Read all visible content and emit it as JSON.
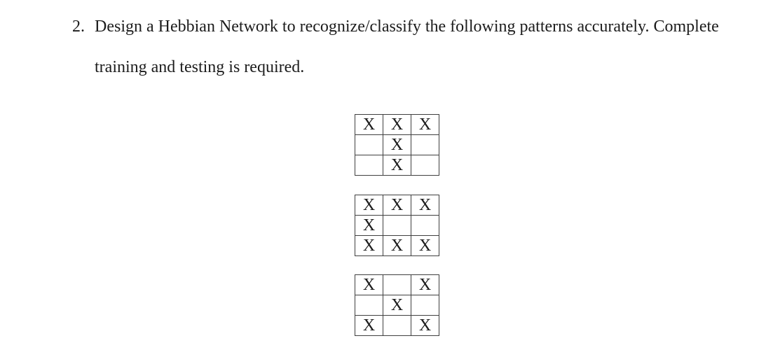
{
  "document": {
    "question_number": "2.",
    "question_line1": "Design a Hebbian Network to recognize/classify the following patterns accurately. Complete",
    "question_line2": "training and testing is required."
  },
  "patterns": [
    {
      "label": "pattern-grid-1",
      "grid": [
        [
          "X",
          "X",
          "X"
        ],
        [
          "",
          "X",
          ""
        ],
        [
          "",
          "X",
          ""
        ]
      ]
    },
    {
      "label": "pattern-grid-2",
      "grid": [
        [
          "X",
          "X",
          "X"
        ],
        [
          "X",
          "",
          ""
        ],
        [
          "X",
          "X",
          "X"
        ]
      ]
    },
    {
      "label": "pattern-grid-3",
      "grid": [
        [
          "X",
          "",
          "X"
        ],
        [
          "",
          "X",
          ""
        ],
        [
          "X",
          "",
          "X"
        ]
      ]
    }
  ],
  "colors": {
    "background": "#ffffff",
    "text": "#1c1c1c",
    "table_border": "#3f3f3f"
  }
}
